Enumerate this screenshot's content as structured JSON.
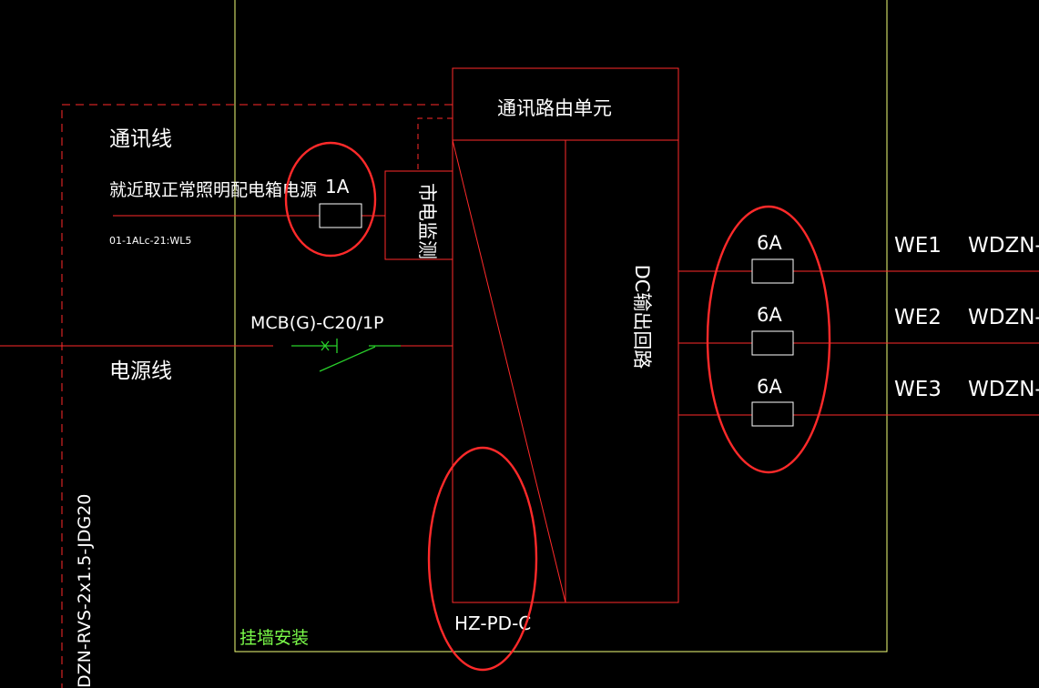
{
  "labels": {
    "comm_router_unit": "通讯路由单元",
    "comm_line": "通讯线",
    "power_source_note": "就近取正常照明配电箱电源",
    "circuit_ref": "01-1ALc-21:WL5",
    "mains_monitor": "市电监测",
    "mcb_spec": "MCB(G)-C20/1P",
    "power_line": "电源线",
    "dc_output_circuit": "DC输出回路",
    "model": "HZ-PD-C",
    "wall_mount": "挂墙安装",
    "cable_spec": "DZN-RVS-2x1.5-JDG20"
  },
  "input_fuse": {
    "rating": "1A"
  },
  "outputs": [
    {
      "rating": "6A",
      "circuit": "WE1",
      "cable": "WDZN-"
    },
    {
      "rating": "6A",
      "circuit": "WE2",
      "cable": "WDZN-"
    },
    {
      "rating": "6A",
      "circuit": "WE3",
      "cable": "WDZN-"
    }
  ],
  "colors": {
    "background": "#000000",
    "wire": "#ff2a2a",
    "enclosure": "#f2ff78",
    "switch": "#29d12b",
    "highlight": "#ff2a2a",
    "text": "#ffffff"
  }
}
